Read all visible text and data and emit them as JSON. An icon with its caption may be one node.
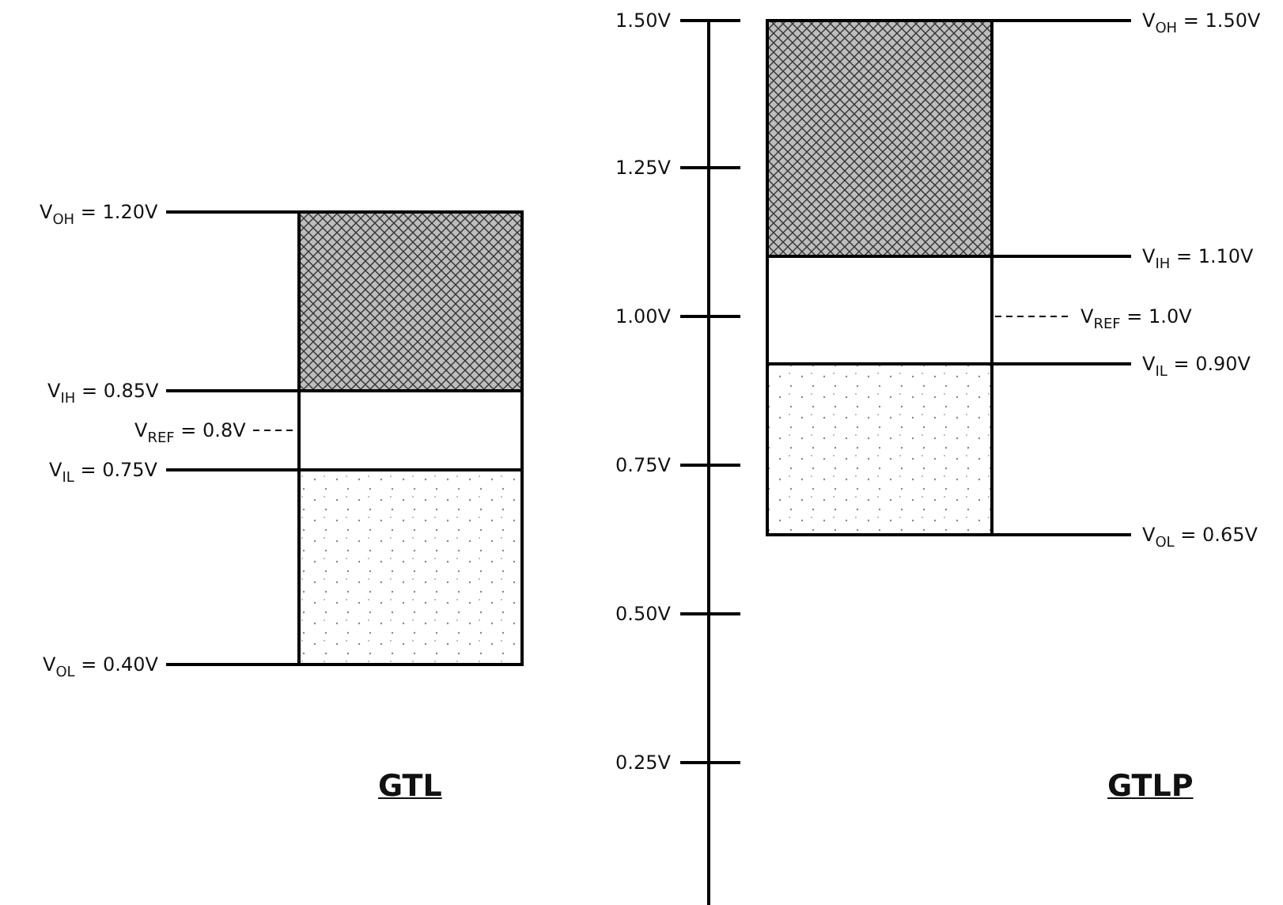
{
  "diagram": {
    "labels": [
      "V$_{OH}$ = 1.20V",
      "V$_{IH}$ = 0.85V",
      "V$_{REF}$ = 0.8V",
      "V$_{IL}$ = 0.75V",
      "V$_{OL}$ = 0.40V",
      "GTL",
      "1.50V",
      "1.25V",
      "1.00V",
      "0.75V",
      "0.50V",
      "0.25V",
      "V$_{OH}$ = 1.50V",
      "V$_{IH}$ = 1.10V",
      "V$_{REF}$ = 1.0V",
      "V$_{IL}$ = 0.90V",
      "V$_{OL}$ = 0.65V",
      "GTLP"
    ]
  }
}
